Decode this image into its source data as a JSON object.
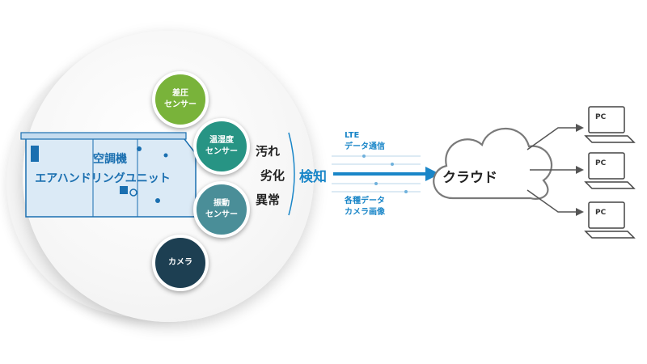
{
  "unit": {
    "line1": "空調機",
    "line2": "エアハンドリングユニット"
  },
  "sensors": [
    {
      "line1": "差圧",
      "line2": "センサー",
      "color": "#79b33a"
    },
    {
      "line1": "温湿度",
      "line2": "センサー",
      "color": "#279484"
    },
    {
      "line1": "振動",
      "line2": "センサー",
      "color": "#4a8e98"
    },
    {
      "line1": "カメラ",
      "line2": "",
      "color": "#1d3f52"
    }
  ],
  "anomalies": [
    "汚れ",
    "劣化",
    "異常"
  ],
  "detection": "検知",
  "comm_top": {
    "line1": "LTE",
    "line2": "データ通信"
  },
  "comm_bottom": {
    "line1": "各種データ",
    "line2": "カメラ画像"
  },
  "cloud": "クラウド",
  "pcs": [
    "PC",
    "PC",
    "PC"
  ],
  "colors": {
    "accent": "#1a86c8",
    "unit_blue": "#1a6fb0"
  }
}
